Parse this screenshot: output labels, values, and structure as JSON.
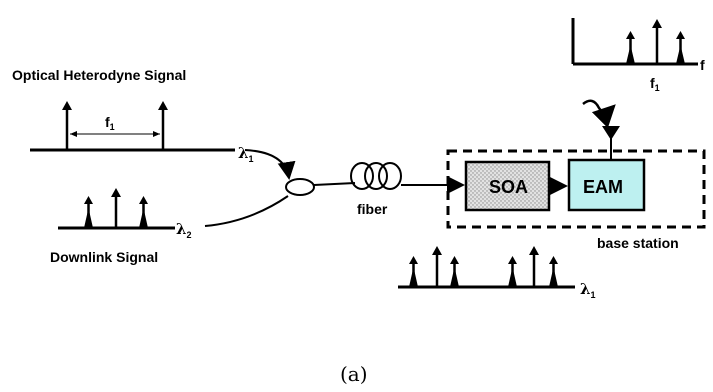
{
  "diagram": {
    "heterodyne_title": "Optical Heterodyne Signal",
    "f1_label": "f",
    "f1_sub": "1",
    "lambda1_label": "λ",
    "lambda1_sub": "1",
    "lambda2_label": "λ",
    "lambda2_sub": "2",
    "downlink_title": "Downlink Signal",
    "fiber_label": "fiber",
    "soa_label": "SOA",
    "eam_label": "EAM",
    "base_station_label": "base station",
    "output_lambda_label": "λ",
    "output_lambda_sub": "1",
    "rf_f1_label": "f",
    "rf_f1_sub": "1",
    "rf_axis_label": "f",
    "caption": "(a)",
    "colors": {
      "soa_fill": "#dcdcdc",
      "eam_fill": "#bdf0f0",
      "stroke": "#000000"
    }
  }
}
